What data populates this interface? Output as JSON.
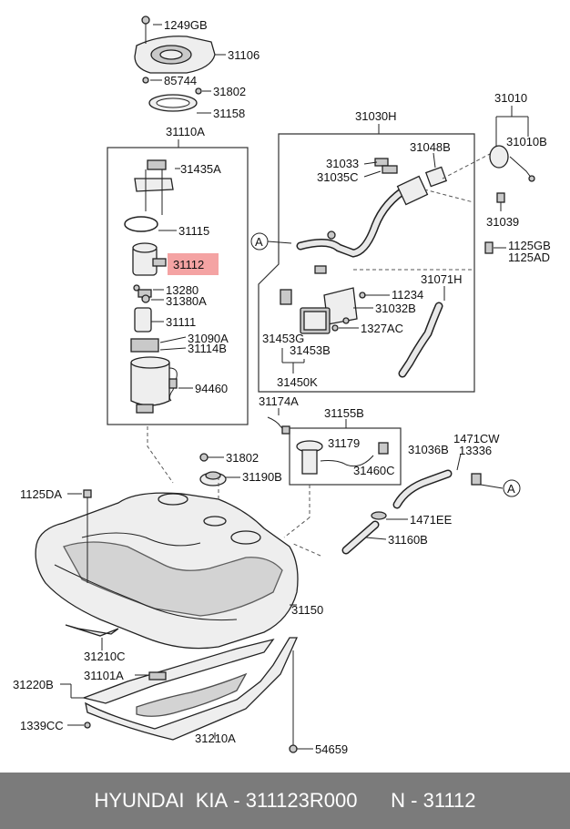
{
  "labels": {
    "l1249GB": "1249GB",
    "l31106": "31106",
    "l85744": "85744",
    "l31802a": "31802",
    "l31158": "31158",
    "l31110A": "31110A",
    "l31435A": "31435A",
    "l31115": "31115",
    "l31112": "31112",
    "l13280": "13280",
    "l31380A": "31380A",
    "l31111": "31111",
    "l31090A": "31090A",
    "l31114B": "31114B",
    "l94460": "94460",
    "l31030H": "31030H",
    "l31033": "31033",
    "l31048B": "31048B",
    "l31035C": "31035C",
    "l31010": "31010",
    "l31010B": "31010B",
    "l31039": "31039",
    "l1125GB": "1125GB",
    "l1125AD": "1125AD",
    "l31071H": "31071H",
    "l11234": "11234",
    "l31032B": "31032B",
    "l1327AC": "1327AC",
    "l31453G": "31453G",
    "l31453B": "31453B",
    "l31450K": "31450K",
    "l31174A": "31174A",
    "l31155B": "31155B",
    "l31179": "31179",
    "l31460C": "31460C",
    "l1471CW": "1471CW",
    "l13336": "13336",
    "l31036B": "31036B",
    "l31802b": "31802",
    "l31190B": "31190B",
    "l1125DA": "1125DA",
    "l1471EE": "1471EE",
    "l31160B": "31160B",
    "l31150": "31150",
    "l31210C": "31210C",
    "l31220B": "31220B",
    "l31101A": "31101A",
    "l1339CC": "1339CC",
    "l31210A": "31210A",
    "l54659": "54659",
    "ref_a1": "A",
    "ref_a2": "A"
  },
  "highlight": {
    "part": "31112",
    "color": "#f4a3a3"
  },
  "footer": {
    "brand": "HYUNDAI  KIA",
    "sep1": " - ",
    "part_number": "311123R000",
    "gap": "      ",
    "n_label": "N",
    "sep2": " - ",
    "n_number": "31112"
  }
}
